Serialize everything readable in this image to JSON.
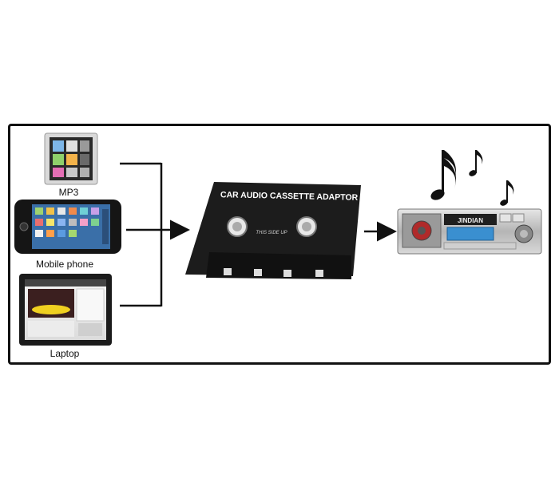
{
  "devices": [
    {
      "id": "mp3",
      "label": "MP3"
    },
    {
      "id": "phone",
      "label": "Mobile phone"
    },
    {
      "id": "laptop",
      "label": "Laptop"
    }
  ],
  "cassette": {
    "title": "CAR AUDIO CASSETTE ADAPTOR",
    "side": "THIS SIDE UP"
  },
  "car_stereo": {
    "brand": "JINDIAN"
  },
  "colors": {
    "frame": "#111111",
    "cassette": "#1c1c1c",
    "stereo": "#bfbfbf",
    "display": "#3a8fd0"
  }
}
